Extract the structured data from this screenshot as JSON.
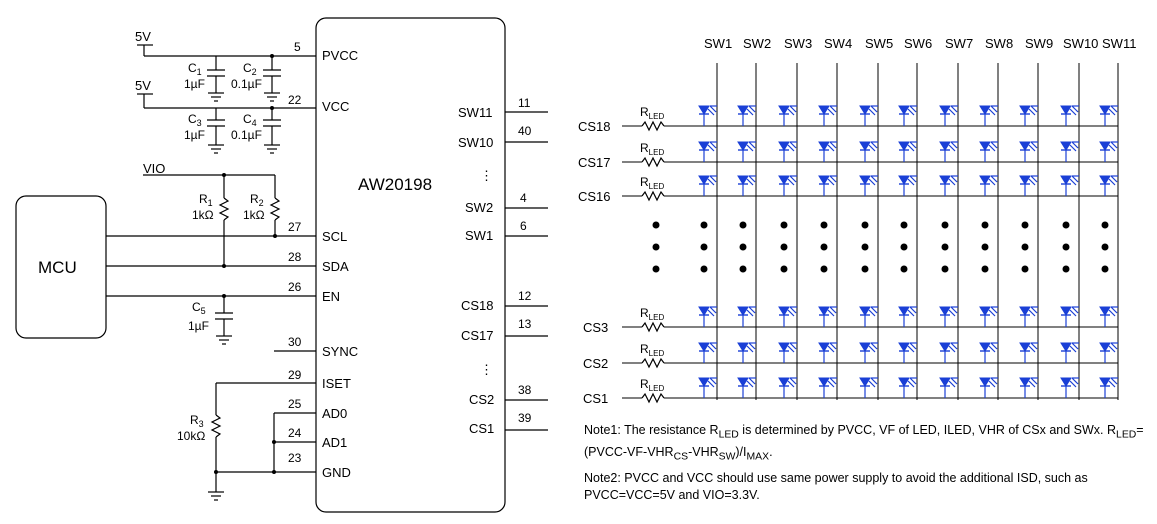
{
  "supply": {
    "v5a": "5V",
    "v5b": "5V",
    "vio": "VIO"
  },
  "caps": {
    "c1": "C",
    "c1sub": "1",
    "c1val": "1µF",
    "c2": "C",
    "c2sub": "2",
    "c2val": "0.1µF",
    "c3": "C",
    "c3sub": "3",
    "c3val": "1µF",
    "c4": "C",
    "c4sub": "4",
    "c4val": "0.1µF",
    "c5": "C",
    "c5sub": "5",
    "c5val": "1µF"
  },
  "res": {
    "r1": "R",
    "r1sub": "1",
    "r1val": "1kΩ",
    "r2": "R",
    "r2sub": "2",
    "r2val": "1kΩ",
    "r3": "R",
    "r3sub": "3",
    "r3val": "10kΩ",
    "rled": "R",
    "rledsub": "LED"
  },
  "mcu": "MCU",
  "chip": {
    "name": "AW20198",
    "left_pins": [
      {
        "num": "5",
        "name": "PVCC"
      },
      {
        "num": "22",
        "name": "VCC"
      },
      {
        "num": "27",
        "name": "SCL"
      },
      {
        "num": "28",
        "name": "SDA"
      },
      {
        "num": "26",
        "name": "EN"
      },
      {
        "num": "30",
        "name": "SYNC"
      },
      {
        "num": "29",
        "name": "ISET"
      },
      {
        "num": "25",
        "name": "AD0"
      },
      {
        "num": "24",
        "name": "AD1"
      },
      {
        "num": "23",
        "name": "GND"
      }
    ],
    "right_pins": [
      {
        "num": "11",
        "name": "SW11"
      },
      {
        "num": "40",
        "name": "SW10"
      },
      {
        "num": "4",
        "name": "SW2"
      },
      {
        "num": "6",
        "name": "SW1"
      },
      {
        "num": "12",
        "name": "CS18"
      },
      {
        "num": "13",
        "name": "CS17"
      },
      {
        "num": "38",
        "name": "CS2"
      },
      {
        "num": "39",
        "name": "CS1"
      }
    ],
    "ellipsis": "⋮"
  },
  "matrix": {
    "sw_labels": [
      "SW1",
      "SW2",
      "SW3",
      "SW4",
      "SW5",
      "SW6",
      "SW7",
      "SW8",
      "SW9",
      "SW10",
      "SW11"
    ],
    "cs_labels": [
      "CS18",
      "CS17",
      "CS16",
      "CS3",
      "CS2",
      "CS1"
    ]
  },
  "notes": {
    "n1a": "Note1: The resistance R",
    "n1b": "LED",
    "n1c": " is determined by PVCC, VF of LED, ILED, VHR of CSx and SWx. R",
    "n1d": "LED",
    "n1e": "=(PVCC-VF-VHR",
    "n1f": "CS",
    "n1g": "-VHR",
    "n1h": "SW",
    "n1i": ")/I",
    "n1j": "MAX",
    "n1k": ".",
    "n2": "Note2: PVCC and VCC should use same power supply to avoid the additional ISD, such as PVCC=VCC=5V and VIO=3.3V."
  },
  "colors": {
    "led": "#1a3fd6",
    "wire": "#000000"
  }
}
